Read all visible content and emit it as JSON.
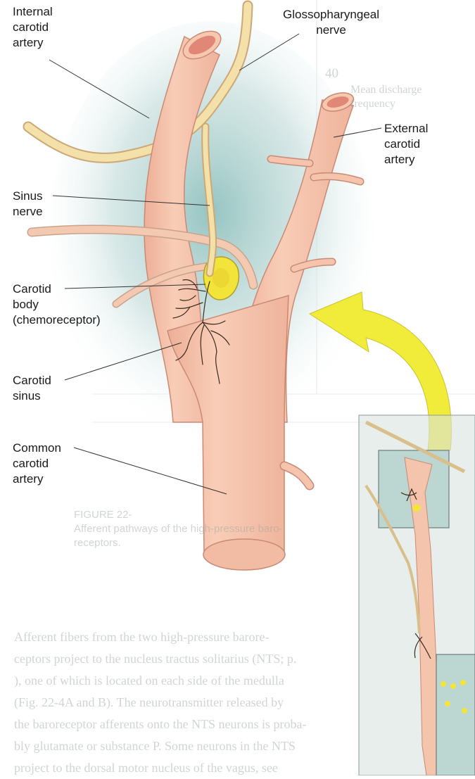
{
  "labels": {
    "internal_carotid": [
      "Internal",
      "carotid",
      "artery"
    ],
    "glossopharyngeal": [
      "Glossopharyngeal",
      "nerve"
    ],
    "external_carotid": [
      "External",
      "carotid",
      "artery"
    ],
    "sinus_nerve": [
      "Sinus",
      "nerve"
    ],
    "carotid_body": [
      "Carotid",
      "body",
      "(chemoreceptor)"
    ],
    "carotid_sinus": [
      "Carotid",
      "sinus"
    ],
    "common_carotid": [
      "Common",
      "carotid",
      "artery"
    ]
  },
  "background_text": {
    "chart_tick": "40",
    "chart_label": [
      "Mean discharge",
      "frequency"
    ],
    "caption": [
      "FIGURE 22-",
      "Afferent pathways of the high-pressure baro-",
      "receptors."
    ],
    "paragraph": [
      "Afferent fibers from the two high-pressure barore-",
      "ceptors project to the nucleus tractus solitarius (NTS; p.",
      "), one of which is located on each side of the medulla",
      "(Fig. 22-4A and B). The neurotransmitter released by",
      "the baroreceptor afferents onto the NTS neurons is proba-",
      "bly glutamate or substance P. Some neurons in the NTS",
      "project to the dorsal motor nucleus of the vagus, see"
    ]
  },
  "colors": {
    "artery_fill": "#f6c0a8",
    "artery_edge": "#cf8f7a",
    "nerve_fill": "#f3dfa6",
    "carotid_body": "#f3e43a",
    "arrow": "#f1ec3a",
    "shadow": "#bcd8d6"
  }
}
